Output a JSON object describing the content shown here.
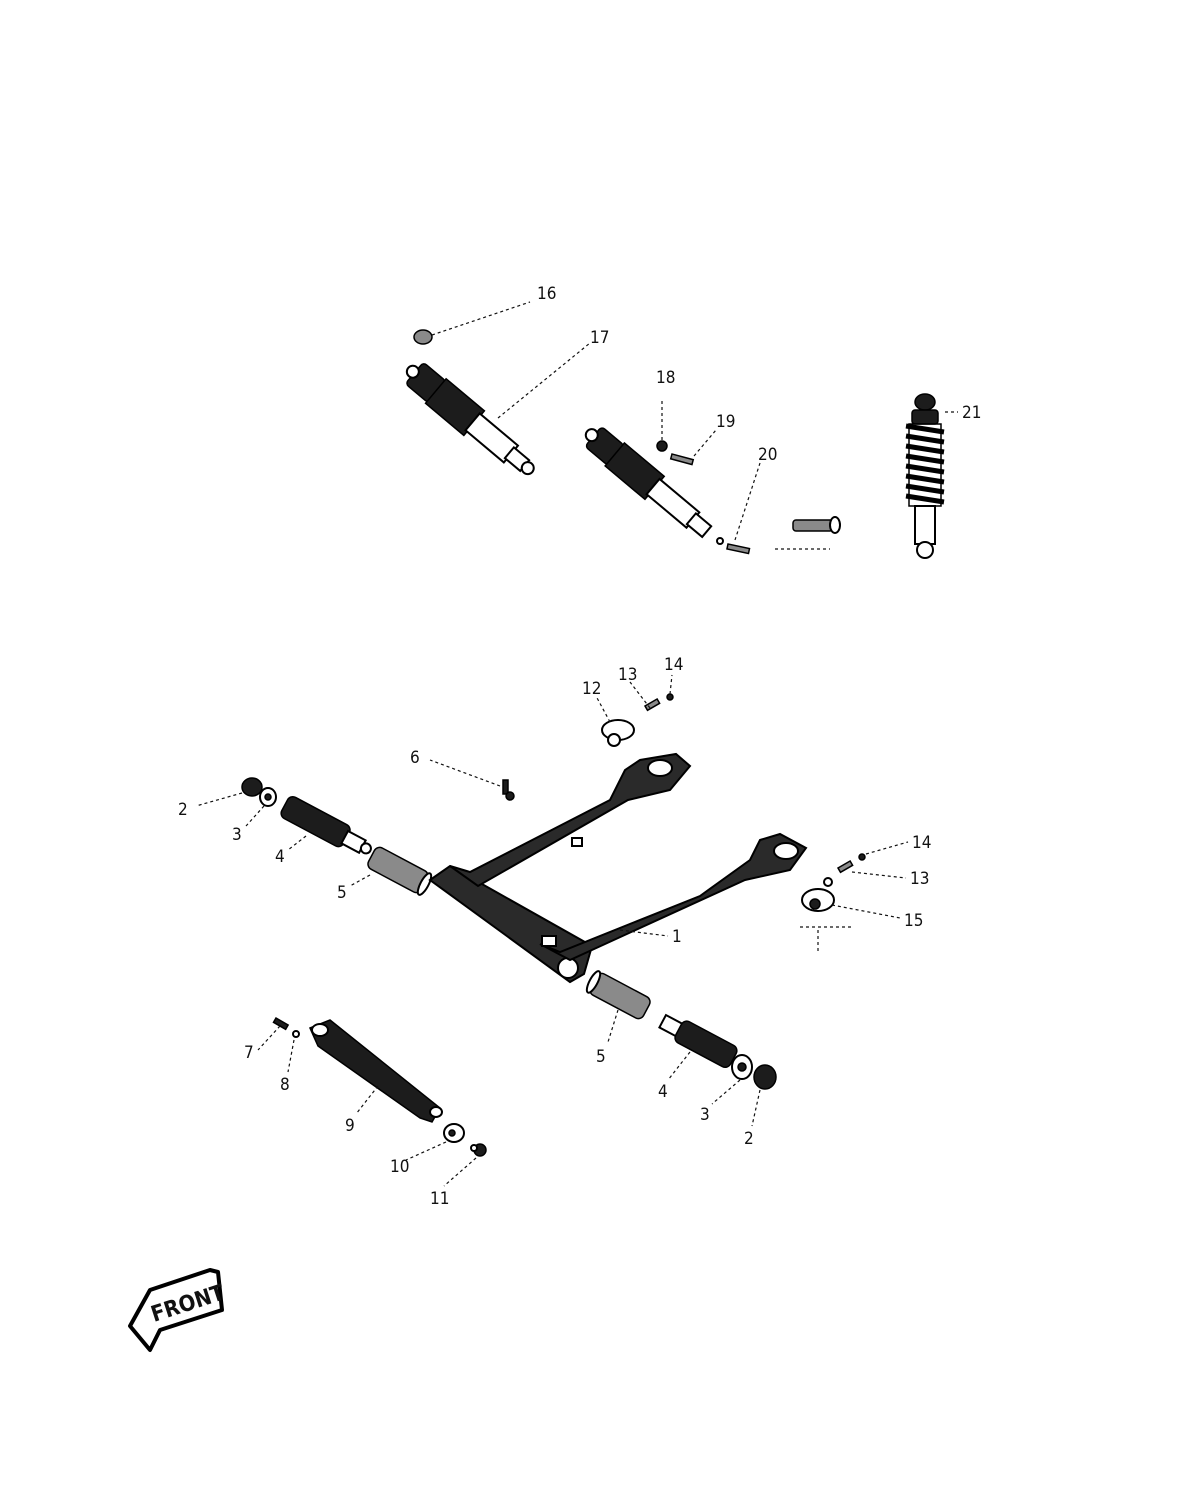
{
  "diagram": {
    "header_text": "",
    "front_label": "FRONT",
    "callouts": {
      "c16": "16",
      "c17": "17",
      "c18": "18",
      "c19": "19",
      "c20": "20",
      "c21_shock": "21",
      "c14_top": "14",
      "c13_top": "13",
      "c12_top": "12",
      "c6": "6",
      "c2_left": "2",
      "c3_left": "3",
      "c4_left": "4",
      "c5_left": "5",
      "c1": "1",
      "c14_right": "14",
      "c13_right": "13",
      "c15": "15",
      "c5_right": "5",
      "c4_right": "4",
      "c3_right": "3",
      "c2_right": "2",
      "c7": "7",
      "c8": "8",
      "c9": "9",
      "c10": "10",
      "c11": "11"
    }
  }
}
